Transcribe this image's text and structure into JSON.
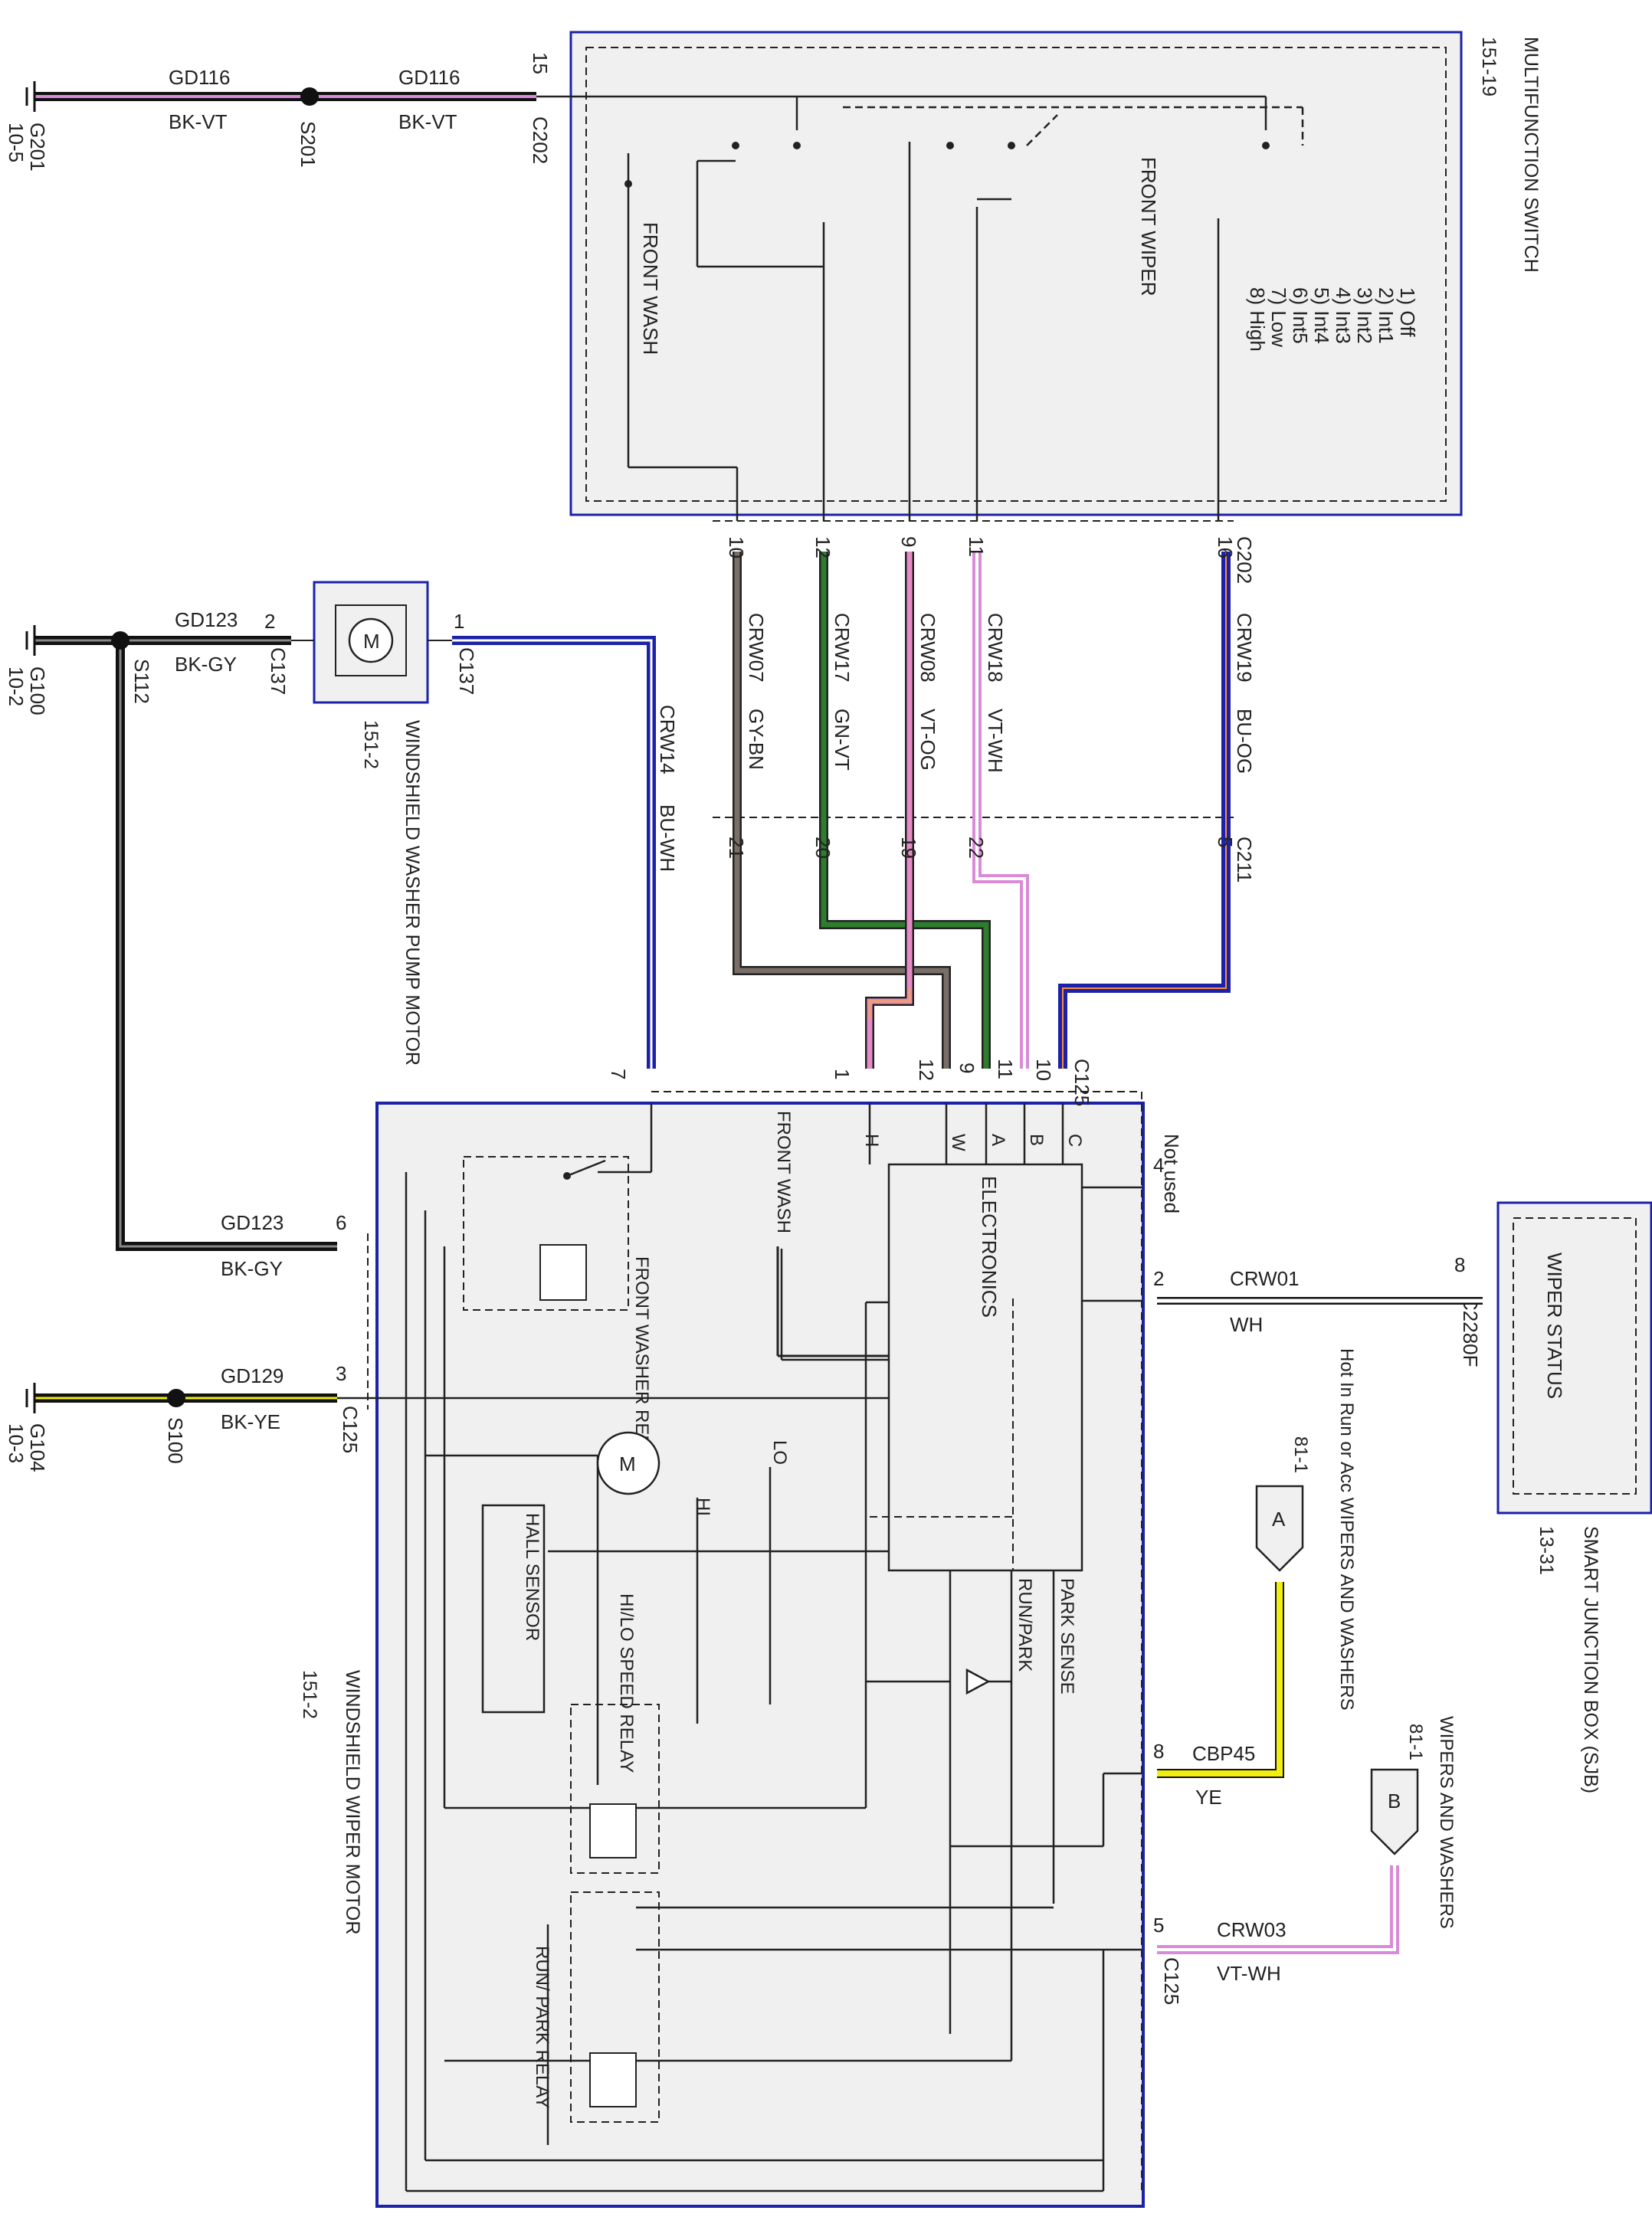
{
  "colors": {
    "component_border": "#1b22a8",
    "component_fill": "#f0f0f0",
    "wire_black": "#111111",
    "wire_violet": "#d98ad8",
    "wire_blue": "#1b22a8",
    "wire_green": "#2e7d2e",
    "wire_gray": "#7a6e68",
    "wire_yellow": "#f2ee10",
    "wire_pink": "#e58cc8",
    "wire_orange": "#f0a060",
    "wire_white": "#ffffff"
  },
  "multifunction_switch": {
    "title": "MULTIFUNCTION SWITCH",
    "ref": "151-19",
    "front_wash": "FRONT WASH",
    "front_wiper": "FRONT WIPER",
    "positions": [
      "1) Off",
      "2) Int1",
      "3) Int2",
      "4) Int3",
      "5) Int4",
      "6) Int5",
      "7) Low",
      "8) High"
    ],
    "connector": "C202",
    "connector_bottom": "C202"
  },
  "top_ground": {
    "ground_id": "G201",
    "ground_ref": "10-5",
    "splice": "S201",
    "circuit_left": "GD116",
    "color_left": "BK-VT",
    "circuit_right": "GD116",
    "color_right": "BK-VT",
    "connector": "C202",
    "pin": "15"
  },
  "switch_wires": [
    {
      "top_pin": "10",
      "circuit": "CRW07",
      "color": "GY-BN",
      "bottom_pin": "21"
    },
    {
      "top_pin": "12",
      "circuit": "CRW17",
      "color": "GN-VT",
      "bottom_pin": "20"
    },
    {
      "top_pin": "9",
      "circuit": "CRW08",
      "color": "VT-OG",
      "bottom_pin": "19"
    },
    {
      "top_pin": "11",
      "circuit": "CRW18",
      "color": "VT-WH",
      "bottom_pin": "22"
    },
    {
      "top_pin": "16",
      "circuit": "CRW19",
      "color": "BU-OG",
      "bottom_pin": "5"
    }
  ],
  "c211": "C211",
  "pump": {
    "title": "WINDSHIELD WASHER PUMP MOTOR",
    "ref": "151-2",
    "motor_symbol": "M",
    "connector": "C137",
    "connector2": "C137",
    "pin1": "1",
    "pin2": "2",
    "ground_circuit": "GD123",
    "ground_color": "BK-GY",
    "splice": "S112",
    "ground_id": "G100",
    "ground_ref": "10-2",
    "feed_circuit": "CRW14",
    "feed_color": "BU-WH"
  },
  "wiper_motor": {
    "title": "WINDSHIELD WIPER MOTOR",
    "ref": "151-2",
    "electronics": "ELECTRONICS",
    "front_wash": "FRONT WASH",
    "front_washer_relay": "FRONT WASHER RELAY",
    "hall_sensor": "HALL SENSOR",
    "hilo_relay": "HI/LO SPEED RELAY",
    "run_park_relay": "RUN/ PARK RELAY",
    "run_park": "RUN/PARK",
    "park_sense": "PARK SENSE",
    "lo": "LO",
    "hi": "HI",
    "motor_symbol": "M",
    "electronics_pins": [
      "H",
      "W",
      "A",
      "B",
      "C"
    ],
    "top_pins": [
      "1",
      "12",
      "9",
      "11",
      "10"
    ],
    "top_connector": "C125",
    "pin7": "7",
    "side_connector": "C125",
    "bottom_connector": "C125",
    "pin4": "4",
    "not_used": "Not used",
    "pin6": "6",
    "gd123": "GD123",
    "bkgy": "BK-GY",
    "pin3": "3",
    "gd129": "GD129",
    "bkye": "BK-YE",
    "s100": "S100",
    "g104": "G104",
    "g104_ref": "10-3",
    "pin2": "2",
    "pin8": "8",
    "pin5": "5"
  },
  "sjb": {
    "title": "SMART JUNCTION BOX (SJB)",
    "ref": "13-31",
    "inner": "WIPER STATUS",
    "connector": "C2280F",
    "pin": "8",
    "circuit": "CRW01",
    "color": "WH"
  },
  "feed_a": {
    "label": "Hot In Run or Acc WIPERS AND WASHERS",
    "ref": "81-1",
    "letter": "A",
    "circuit": "CBP45",
    "color": "YE"
  },
  "feed_b": {
    "label": "WIPERS AND WASHERS",
    "ref": "81-1",
    "letter": "B",
    "circuit": "CRW03",
    "color": "VT-WH"
  }
}
